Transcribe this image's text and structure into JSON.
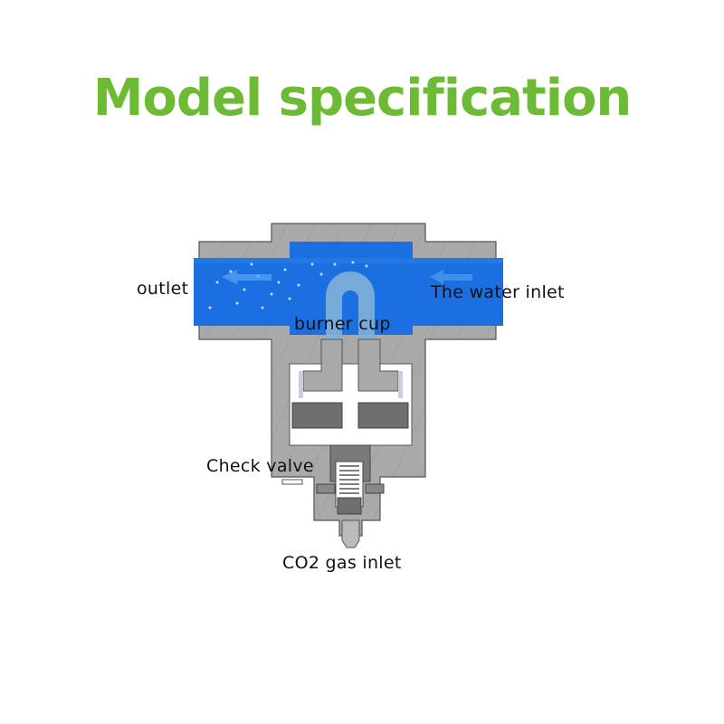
{
  "title": "Model specification",
  "labels": {
    "outlet": "outlet",
    "water_inlet": "The water inlet",
    "burner_cup": "burner cup",
    "check_valve": "Check valve",
    "co2_inlet": "CO2 gas inlet"
  },
  "colors": {
    "title": "#6dbb35",
    "water": "#1b6fe0",
    "body": "#a9a9a9"
  }
}
